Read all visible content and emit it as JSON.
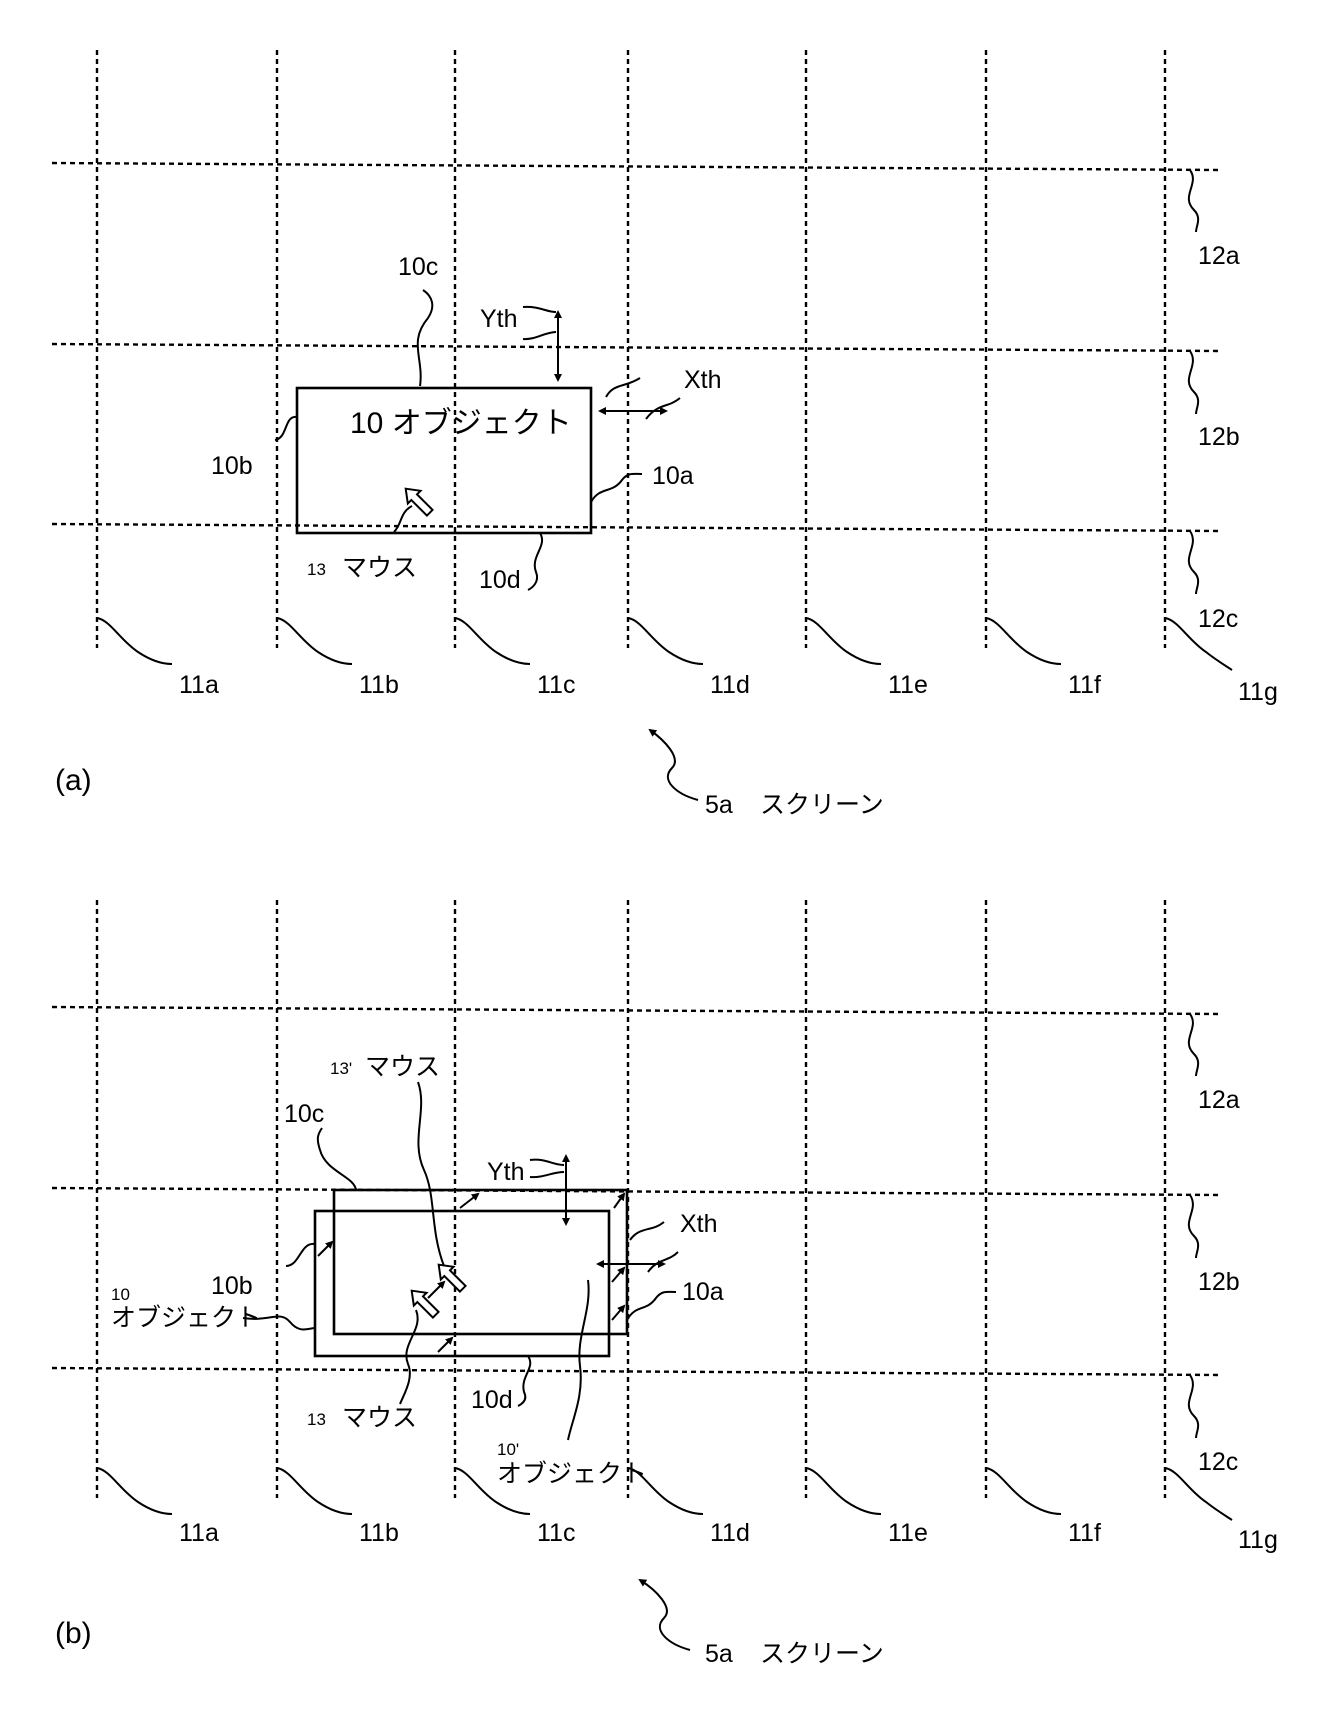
{
  "panel_a": {
    "tag": "(a)",
    "vlines": [
      "11a",
      "11b",
      "11c",
      "11d",
      "11e",
      "11f",
      "11g"
    ],
    "hlines": [
      "12a",
      "12b",
      "12c"
    ],
    "edges": {
      "right": "10a",
      "left": "10b",
      "top": "10c",
      "bottom": "10d"
    },
    "object_text": "10 オブジェクト",
    "mouse_num": "13",
    "mouse_word": "マウス",
    "yth": "Yth",
    "xth": "Xth",
    "screen": "5a",
    "screen_word": "スクリーン"
  },
  "panel_b": {
    "tag": "(b)",
    "vlines": [
      "11a",
      "11b",
      "11c",
      "11d",
      "11e",
      "11f",
      "11g"
    ],
    "hlines": [
      "12a",
      "12b",
      "12c"
    ],
    "edges": {
      "right": "10a",
      "left": "10b",
      "top": "10c",
      "bottom": "10d"
    },
    "obj_num": "10",
    "obj_word": "オブジェクト",
    "obj2_num": "10'",
    "obj2_word": "オブジェクト",
    "mouse_num": "13",
    "mouse_word": "マウス",
    "mouse2_num": "13'",
    "mouse2_word": "マウス",
    "yth": "Yth",
    "xth": "Xth",
    "screen": "5a",
    "screen_word": "スクリーン"
  }
}
